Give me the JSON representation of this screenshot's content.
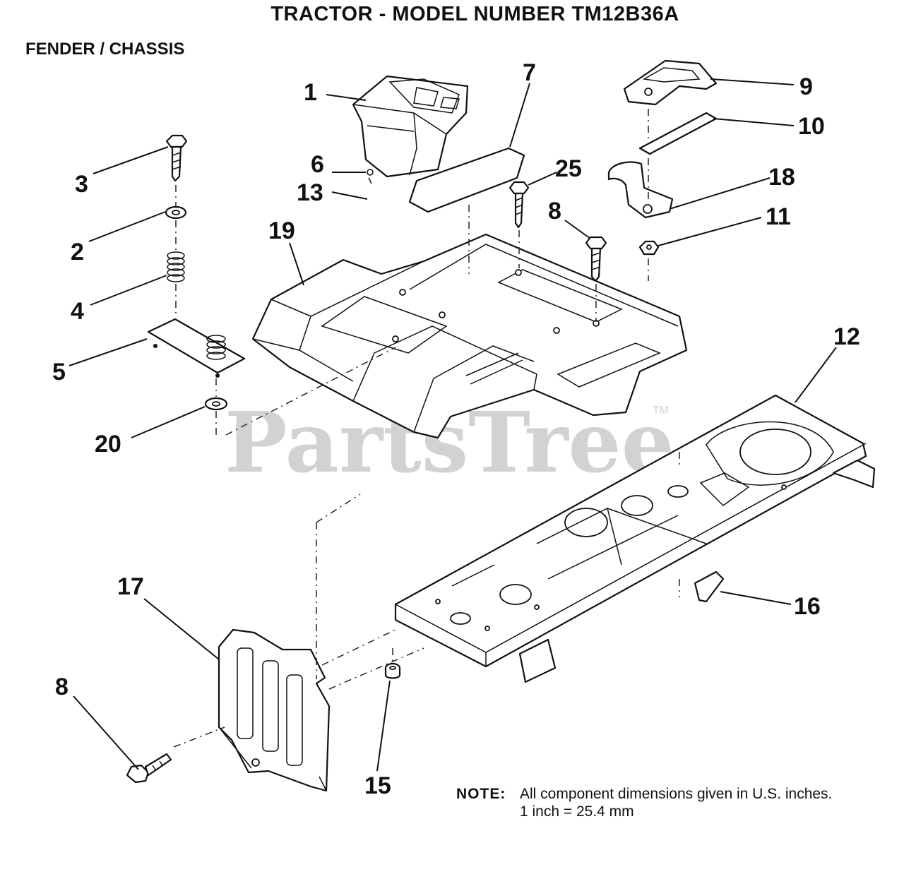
{
  "title": "TRACTOR  - MODEL NUMBER TM12B36A",
  "section": "FENDER / CHASSIS",
  "watermark": "PartsTree",
  "watermark_tm": "TM",
  "note": {
    "label": "NOTE:",
    "line1": "All component dimensions given in U.S. inches.",
    "line2": "1 inch = 25.4 mm"
  },
  "callouts": [
    "1",
    "7",
    "9",
    "10",
    "3",
    "6",
    "25",
    "13",
    "18",
    "8",
    "11",
    "19",
    "2",
    "4",
    "12",
    "5",
    "20",
    "17",
    "16",
    "8",
    "15"
  ],
  "parts": [
    {
      "name": "battery-box",
      "ref": "1"
    },
    {
      "name": "decal",
      "ref": "7"
    },
    {
      "name": "cover",
      "ref": "9"
    },
    {
      "name": "plate",
      "ref": "10"
    },
    {
      "name": "bolt",
      "ref": "3"
    },
    {
      "name": "clip",
      "ref": "6"
    },
    {
      "name": "bolt",
      "ref": "25"
    },
    {
      "name": "pin",
      "ref": "13"
    },
    {
      "name": "bracket",
      "ref": "18"
    },
    {
      "name": "bolt",
      "ref": "8"
    },
    {
      "name": "nut",
      "ref": "11"
    },
    {
      "name": "fender",
      "ref": "19"
    },
    {
      "name": "washer",
      "ref": "2"
    },
    {
      "name": "spring",
      "ref": "4"
    },
    {
      "name": "frame",
      "ref": "12"
    },
    {
      "name": "seat-plate",
      "ref": "5"
    },
    {
      "name": "washer",
      "ref": "20"
    },
    {
      "name": "front-plate",
      "ref": "17"
    },
    {
      "name": "bracket",
      "ref": "16"
    },
    {
      "name": "bolt",
      "ref": "8"
    },
    {
      "name": "bushing",
      "ref": "15"
    }
  ]
}
